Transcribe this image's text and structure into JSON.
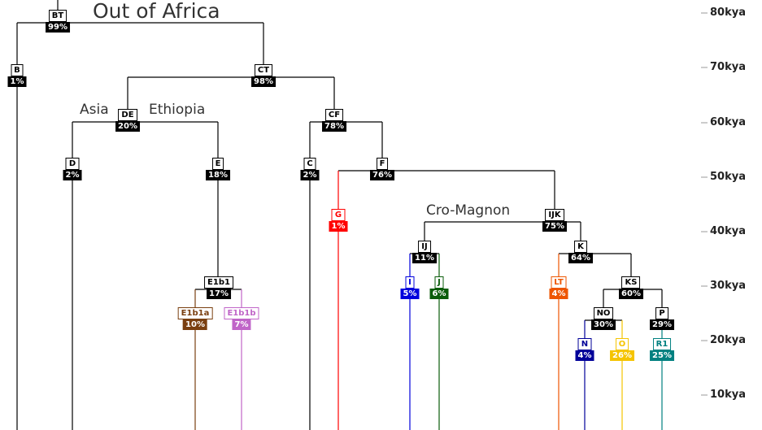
{
  "colors": {
    "default": "#000000",
    "G": "#ff0000",
    "E1b1a": "#7a3f10",
    "E1b1b": "#c065c8",
    "I": "#0000dd",
    "J": "#0a5c0a",
    "LT": "#ee5500",
    "N": "#000099",
    "O": "#f5c400",
    "R1": "#008080"
  },
  "region_labels": {
    "out_of_africa": "Out of Africa",
    "asia": "Asia",
    "ethiopia": "Ethiopia",
    "cro_magnon": "Cro-Magnon"
  },
  "time_axis": {
    "ticks": [
      "80kya",
      "70kya",
      "60kya",
      "50kya",
      "40kya",
      "30kya",
      "20kya",
      "10kya"
    ]
  },
  "nodes": {
    "BT": {
      "label": "BT",
      "pct": "99%"
    },
    "B": {
      "label": "B",
      "pct": "1%"
    },
    "CT": {
      "label": "CT",
      "pct": "98%"
    },
    "DE": {
      "label": "DE",
      "pct": "20%"
    },
    "CF": {
      "label": "CF",
      "pct": "78%"
    },
    "D": {
      "label": "D",
      "pct": "2%"
    },
    "E": {
      "label": "E",
      "pct": "18%"
    },
    "C": {
      "label": "C",
      "pct": "2%"
    },
    "F": {
      "label": "F",
      "pct": "76%"
    },
    "G": {
      "label": "G",
      "pct": "1%"
    },
    "IJK": {
      "label": "IJK",
      "pct": "75%"
    },
    "IJ": {
      "label": "IJ",
      "pct": "11%"
    },
    "K": {
      "label": "K",
      "pct": "64%"
    },
    "E1b1": {
      "label": "E1b1",
      "pct": "17%"
    },
    "I": {
      "label": "I",
      "pct": "5%"
    },
    "J": {
      "label": "J",
      "pct": "6%"
    },
    "LT": {
      "label": "LT",
      "pct": "4%"
    },
    "KS": {
      "label": "KS",
      "pct": "60%"
    },
    "E1b1a": {
      "label": "E1b1a",
      "pct": "10%"
    },
    "E1b1b": {
      "label": "E1b1b",
      "pct": "7%"
    },
    "NO": {
      "label": "NO",
      "pct": "30%"
    },
    "P": {
      "label": "P",
      "pct": "29%"
    },
    "N": {
      "label": "N",
      "pct": "4%"
    },
    "O": {
      "label": "O",
      "pct": "26%"
    },
    "R1": {
      "label": "R1",
      "pct": "25%"
    }
  }
}
